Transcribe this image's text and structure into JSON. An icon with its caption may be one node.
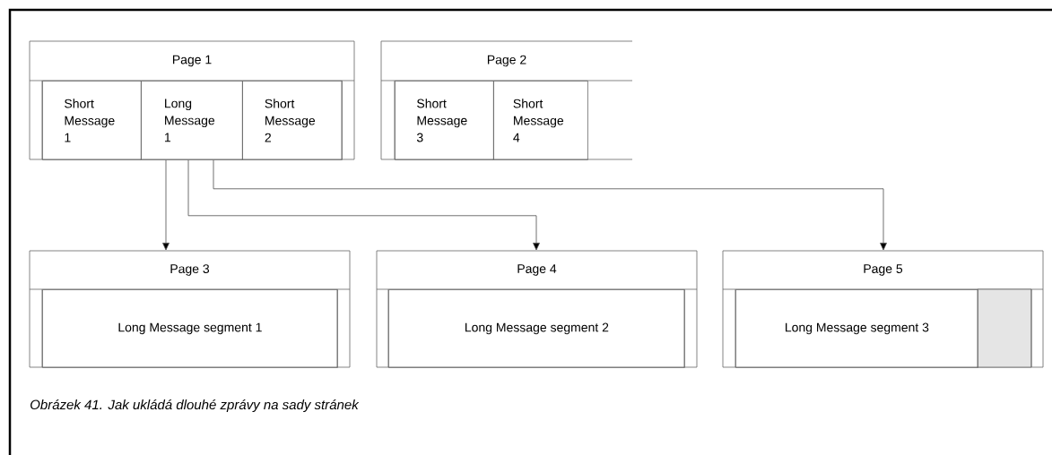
{
  "diagram": {
    "caption": "Obrázek 41. Jak ukládá dlouhé zprávy na sady stránek",
    "nodes": [
      {
        "text": [
          "Page 1"
        ]
      },
      {
        "text": [
          "Short Message 1"
        ],
        "in": 0
      },
      {
        "text": [
          "Long Message 1"
        ],
        "in": 0
      },
      {
        "text": [
          "Short Message 2"
        ],
        "in": 0
      },
      {
        "text": [
          "Page 2"
        ]
      },
      {
        "text": [
          "Short Message 3"
        ],
        "in": 4
      },
      {
        "text": [
          "Short Message 4"
        ],
        "in": 4
      },
      {
        "text": [
          "Page 3"
        ]
      },
      {
        "text": [
          "Long Message segment 1"
        ],
        "in": 7
      },
      {
        "text": [
          "Page 4"
        ]
      },
      {
        "text": [
          "Long Message segment 2"
        ],
        "in": 9
      },
      {
        "text": [
          "Page 5"
        ]
      },
      {
        "text": [
          "Long Message segment 3"
        ],
        "in": 11
      }
    ],
    "edges": [
      {
        "from": 2,
        "to": 7,
        "arrow": "to"
      },
      {
        "from": 2,
        "to": 9,
        "arrow": "to"
      },
      {
        "from": 2,
        "to": 11,
        "arrow": "to"
      }
    ]
  }
}
